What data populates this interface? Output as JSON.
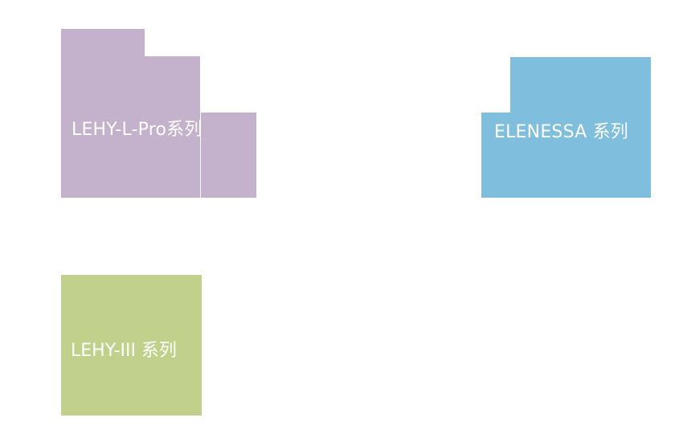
{
  "tiles": [
    {
      "label": "LEHY-L-Pro系列",
      "color": "#c4b1cb"
    },
    {
      "label": "ELENESSA 系列",
      "color": "#7fbedd"
    },
    {
      "label": "LEHY-III 系列",
      "color": "#c1d08a"
    }
  ]
}
